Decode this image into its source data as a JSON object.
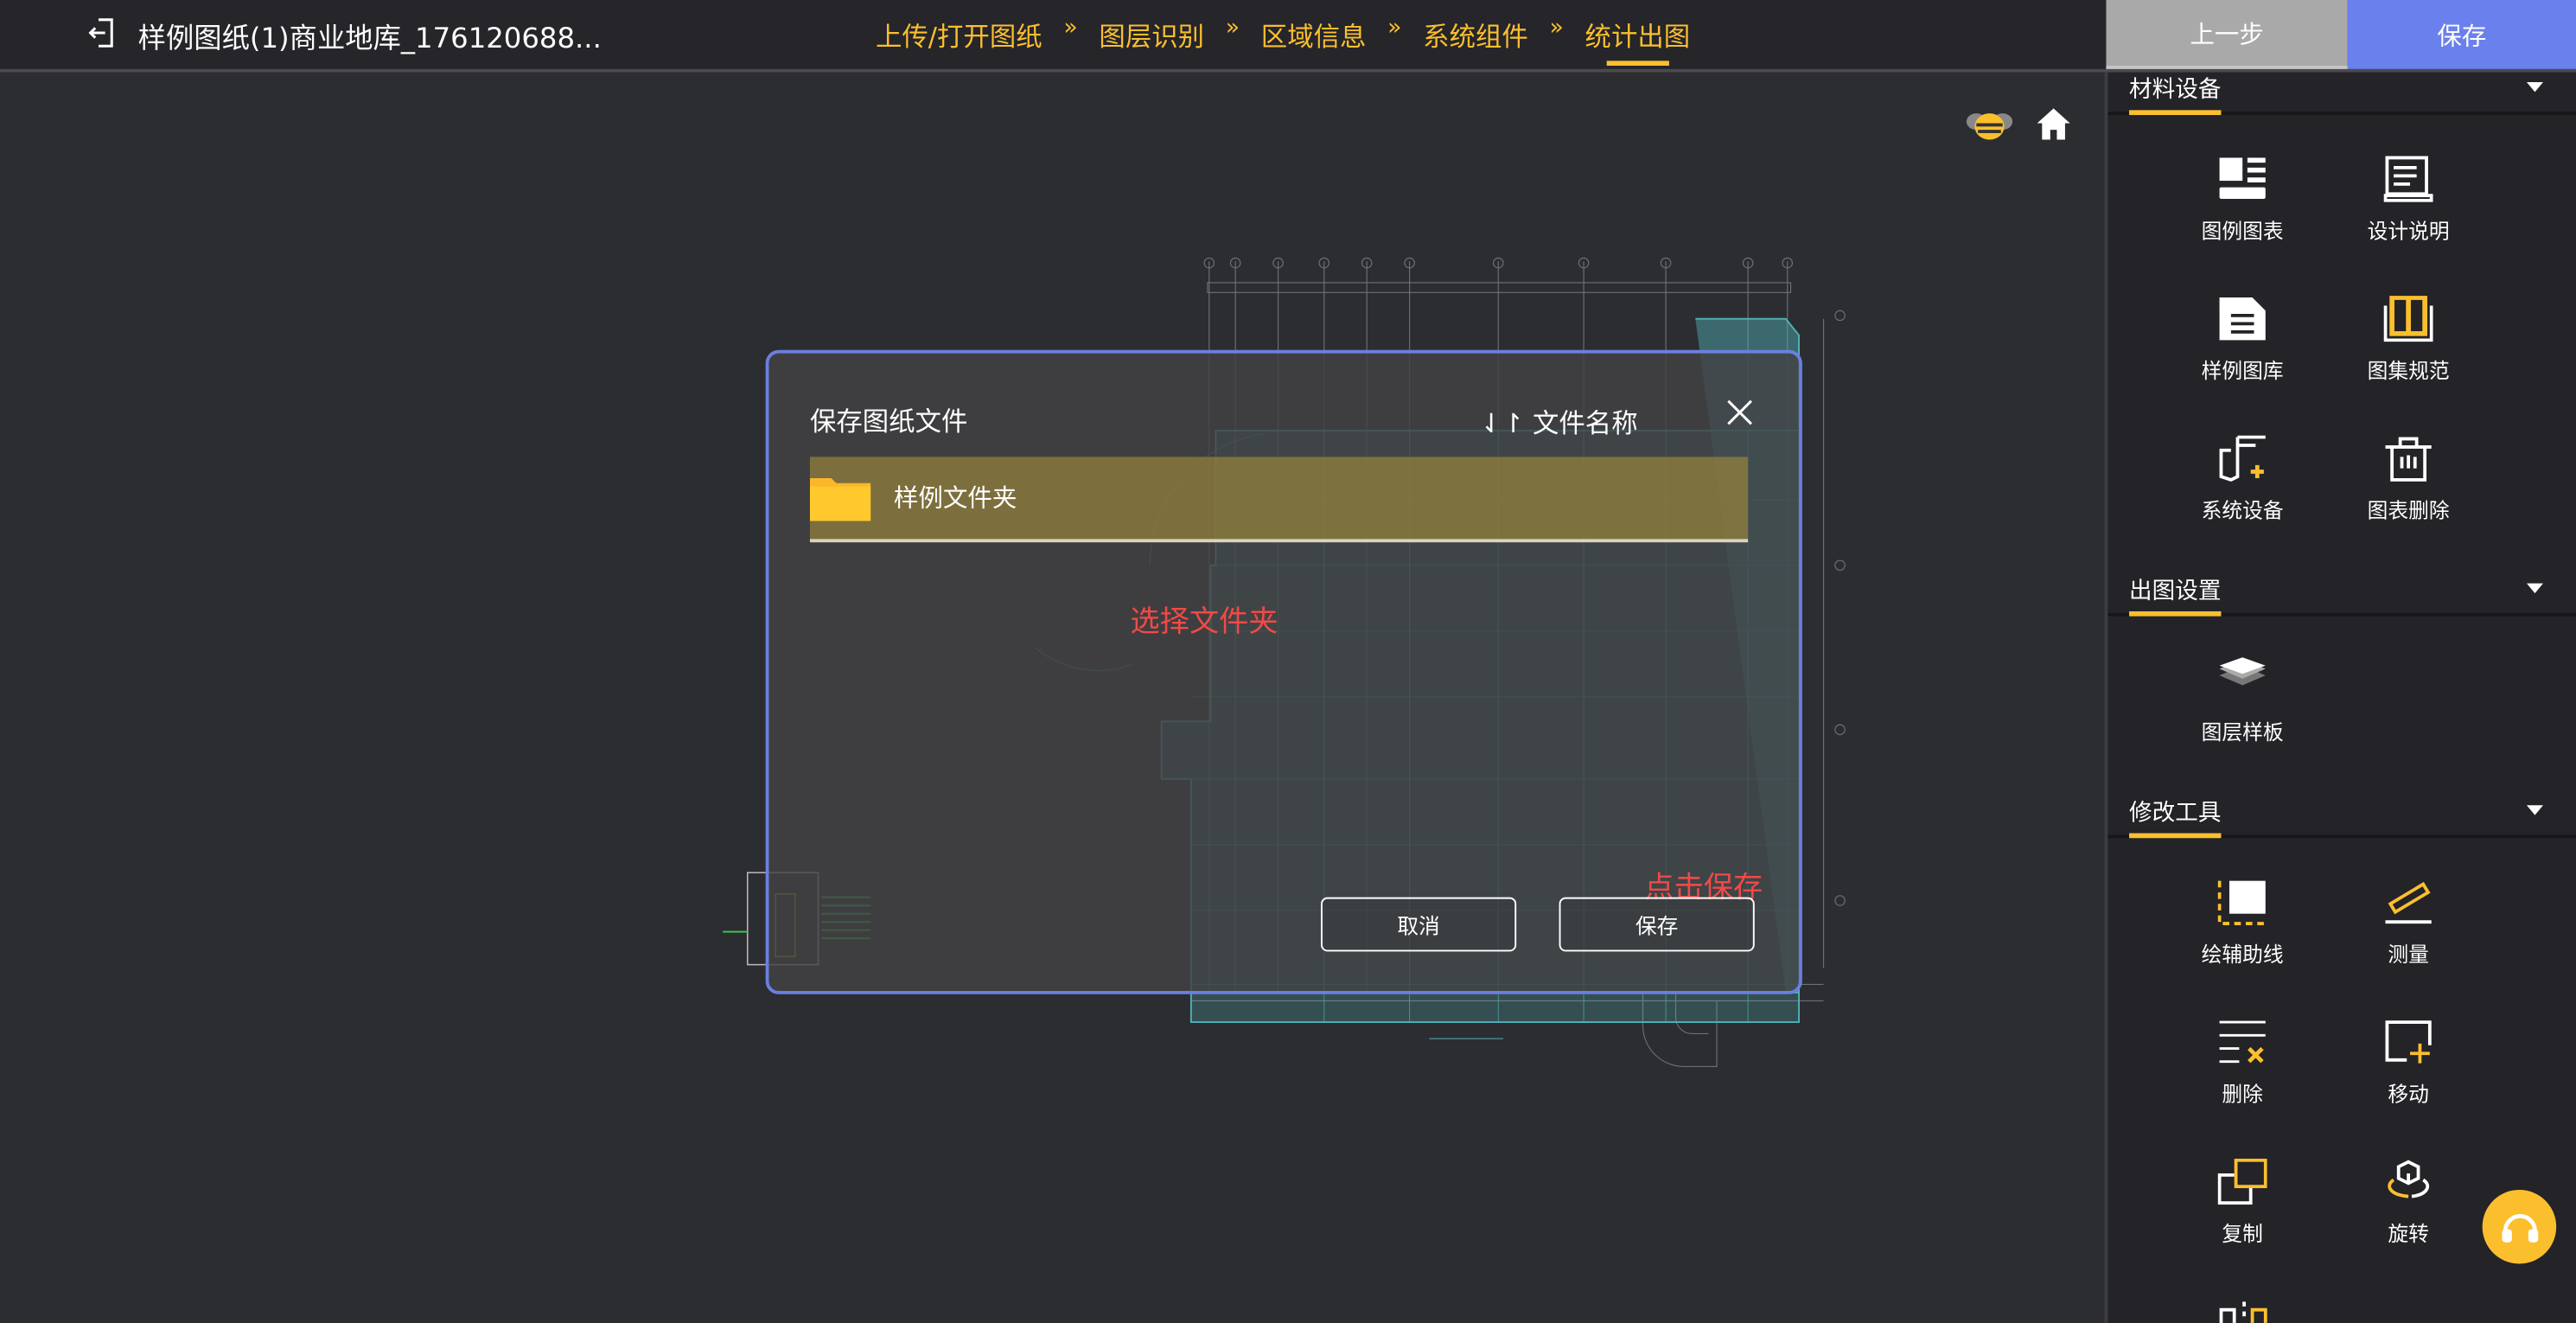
{
  "header": {
    "file_title": "样例图纸(1)商业地库_176120688...",
    "steps": [
      "上传/打开图纸",
      "图层识别",
      "区域信息",
      "系统组件",
      "统计出图"
    ],
    "active_step": "统计出图",
    "step_separator": "»",
    "prev_label": "上一步",
    "save_label": "保存"
  },
  "colors": {
    "accent": "#fbbf2e",
    "primary": "#6a80ec",
    "annotation": "#f04a46",
    "drawing": "#4fb3b8"
  },
  "dialog": {
    "title": "保存图纸文件",
    "sort_label": "文件名称",
    "folders": [
      {
        "name": "样例文件夹",
        "icon": "folder-icon"
      }
    ],
    "cancel_label": "取消",
    "save_label": "保存"
  },
  "annotations": {
    "select_folder": "选择文件夹",
    "click_save": "点击保存"
  },
  "panel": {
    "sections": [
      {
        "title": "材料设备",
        "items": [
          {
            "label": "图例图表",
            "icon": "legend-chart-icon"
          },
          {
            "label": "设计说明",
            "icon": "design-note-icon"
          },
          {
            "label": "样例图库",
            "icon": "document-icon"
          },
          {
            "label": "图集规范",
            "icon": "book-icon"
          },
          {
            "label": "系统设备",
            "icon": "add-device-icon"
          },
          {
            "label": "图表删除",
            "icon": "trash-icon"
          }
        ]
      },
      {
        "title": "出图设置",
        "items": [
          {
            "label": "图层样板",
            "icon": "layers-icon"
          }
        ]
      },
      {
        "title": "修改工具",
        "items": [
          {
            "label": "绘辅助线",
            "icon": "guide-line-icon"
          },
          {
            "label": "测量",
            "icon": "ruler-icon"
          },
          {
            "label": "删除",
            "icon": "delete-lines-icon"
          },
          {
            "label": "移动",
            "icon": "move-icon"
          },
          {
            "label": "复制",
            "icon": "copy-icon"
          },
          {
            "label": "旋转",
            "icon": "rotate-icon"
          }
        ]
      }
    ]
  }
}
